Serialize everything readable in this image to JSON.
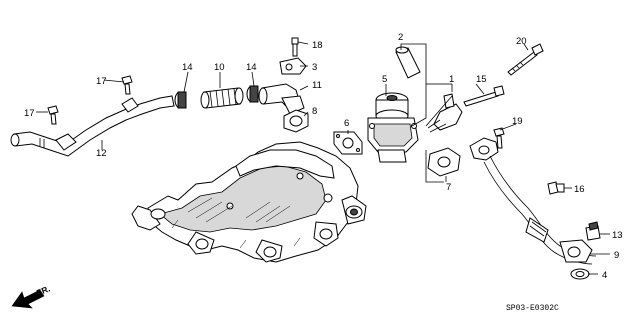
{
  "diagram": {
    "drawing_code": "SP03-E0302C",
    "direction_arrow_label": "FR.",
    "callouts": [
      {
        "id": "c1",
        "label": "1"
      },
      {
        "id": "c2",
        "label": "2"
      },
      {
        "id": "c3",
        "label": "3"
      },
      {
        "id": "c4",
        "label": "4"
      },
      {
        "id": "c5",
        "label": "5"
      },
      {
        "id": "c6",
        "label": "6"
      },
      {
        "id": "c7",
        "label": "7"
      },
      {
        "id": "c8",
        "label": "8"
      },
      {
        "id": "c9",
        "label": "9"
      },
      {
        "id": "c10",
        "label": "10"
      },
      {
        "id": "c11",
        "label": "11"
      },
      {
        "id": "c12",
        "label": "12"
      },
      {
        "id": "c13",
        "label": "13"
      },
      {
        "id": "c14a",
        "label": "14"
      },
      {
        "id": "c14b",
        "label": "14"
      },
      {
        "id": "c15",
        "label": "15"
      },
      {
        "id": "c16",
        "label": "16"
      },
      {
        "id": "c17a",
        "label": "17"
      },
      {
        "id": "c17b",
        "label": "17"
      },
      {
        "id": "c18",
        "label": "18"
      },
      {
        "id": "c19",
        "label": "19"
      },
      {
        "id": "c20",
        "label": "20"
      }
    ]
  }
}
